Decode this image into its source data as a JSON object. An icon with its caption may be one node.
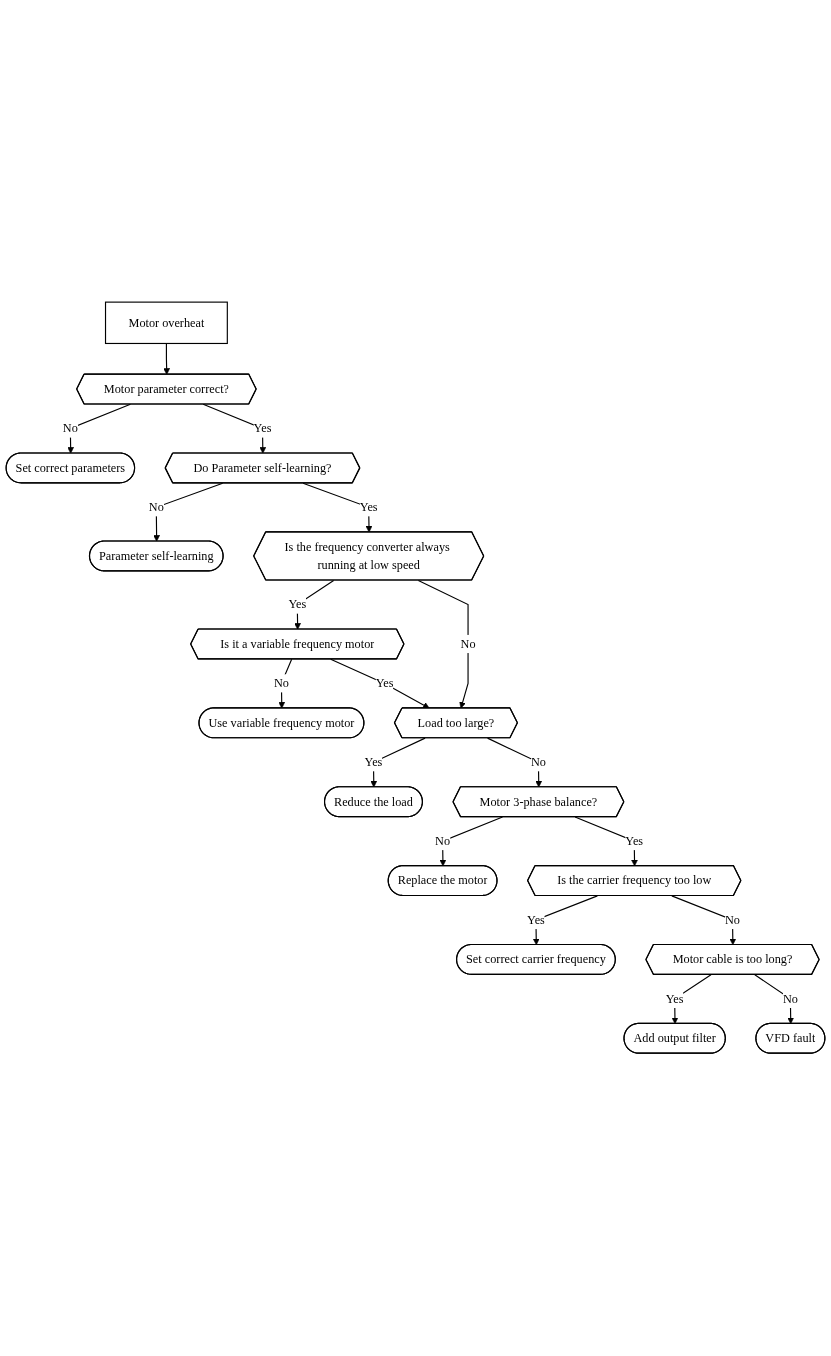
{
  "diagram": {
    "nodes": [
      {
        "text": [
          "Motor overheat"
        ]
      },
      {
        "text": [
          "Motor parameter correct?"
        ]
      },
      {
        "text": [
          "Set correct parameters"
        ]
      },
      {
        "text": [
          "Do Parameter self-learning?"
        ]
      },
      {
        "text": [
          "Parameter self-learning"
        ]
      },
      {
        "text": [
          "Is the frequency converter always running at low speed"
        ]
      },
      {
        "text": [
          "Is it a variable frequency motor"
        ]
      },
      {
        "text": [
          "Use variable frequency motor"
        ]
      },
      {
        "text": [
          "Load too large?"
        ]
      },
      {
        "text": [
          "Reduce the load"
        ]
      },
      {
        "text": [
          "Motor 3-phase balance?"
        ]
      },
      {
        "text": [
          "Replace the motor"
        ]
      },
      {
        "text": [
          "Is the carrier frequency too low"
        ]
      },
      {
        "text": [
          "Set correct carrier frequency"
        ]
      },
      {
        "text": [
          "Motor cable is too long?"
        ]
      },
      {
        "text": [
          "Add output filter"
        ]
      },
      {
        "text": [
          "VFD fault"
        ]
      }
    ],
    "edges": [
      {
        "from": 0,
        "to": 1,
        "arrow": "to"
      },
      {
        "from": 1,
        "to": 2,
        "arrow": "to",
        "label": "No"
      },
      {
        "from": 1,
        "to": 3,
        "arrow": "to",
        "label": "Yes"
      },
      {
        "from": 3,
        "to": 4,
        "arrow": "to",
        "label": "No"
      },
      {
        "from": 3,
        "to": 5,
        "arrow": "to",
        "label": "Yes"
      },
      {
        "from": 5,
        "to": 6,
        "arrow": "to",
        "label": "Yes"
      },
      {
        "from": 5,
        "to": 8,
        "arrow": "to",
        "label": "No"
      },
      {
        "from": 6,
        "to": 7,
        "arrow": "to",
        "label": "No"
      },
      {
        "from": 6,
        "to": 8,
        "arrow": "to",
        "label": "Yes"
      },
      {
        "from": 8,
        "to": 9,
        "arrow": "to",
        "label": "Yes"
      },
      {
        "from": 8,
        "to": 10,
        "arrow": "to",
        "label": "No"
      },
      {
        "from": 10,
        "to": 11,
        "arrow": "to",
        "label": "No"
      },
      {
        "from": 10,
        "to": 12,
        "arrow": "to",
        "label": "Yes"
      },
      {
        "from": 12,
        "to": 13,
        "arrow": "to",
        "label": "Yes"
      },
      {
        "from": 12,
        "to": 14,
        "arrow": "to",
        "label": "No"
      },
      {
        "from": 14,
        "to": 15,
        "arrow": "to",
        "label": "Yes"
      },
      {
        "from": 14,
        "to": 16,
        "arrow": "to",
        "label": "No"
      }
    ]
  }
}
